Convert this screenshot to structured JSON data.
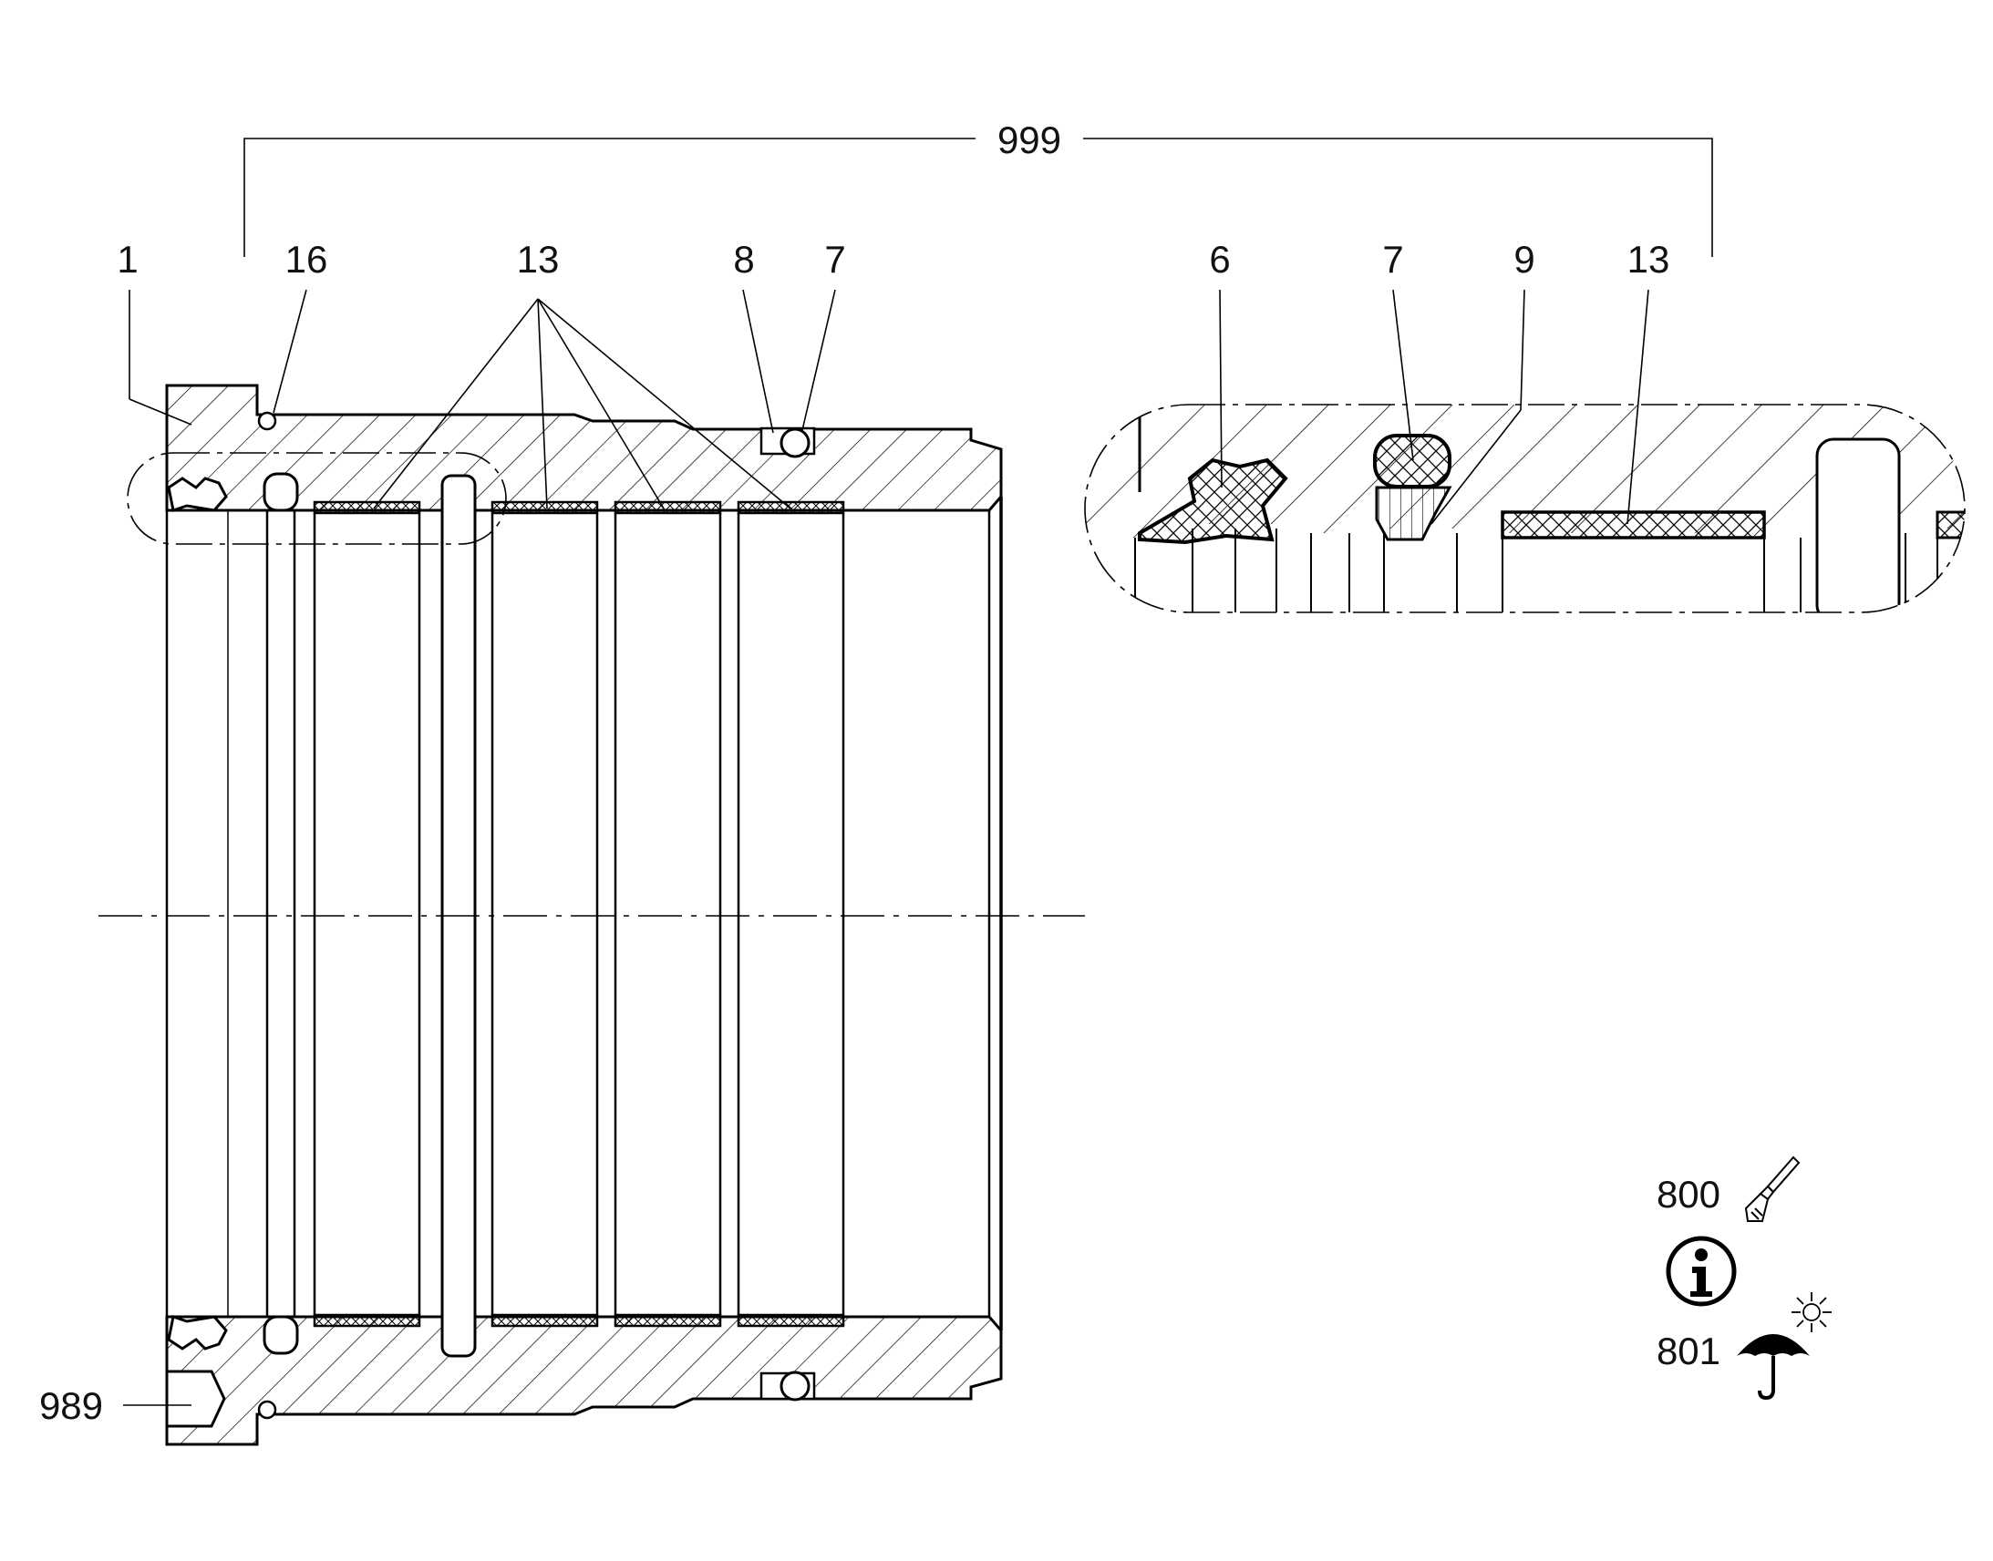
{
  "callouts": {
    "assembly": "999",
    "main_view": [
      "1",
      "16",
      "13",
      "8",
      "7",
      "989"
    ],
    "detail_view": [
      "6",
      "7",
      "9",
      "13"
    ]
  },
  "legend": {
    "brush_ref": "800",
    "brush_icon": "paintbrush-icon",
    "info_icon": "info-icon",
    "storage_ref": "801",
    "storage_icon": "umbrella-sun-icon"
  },
  "colors": {
    "line": "#000000",
    "background": "#ffffff"
  }
}
